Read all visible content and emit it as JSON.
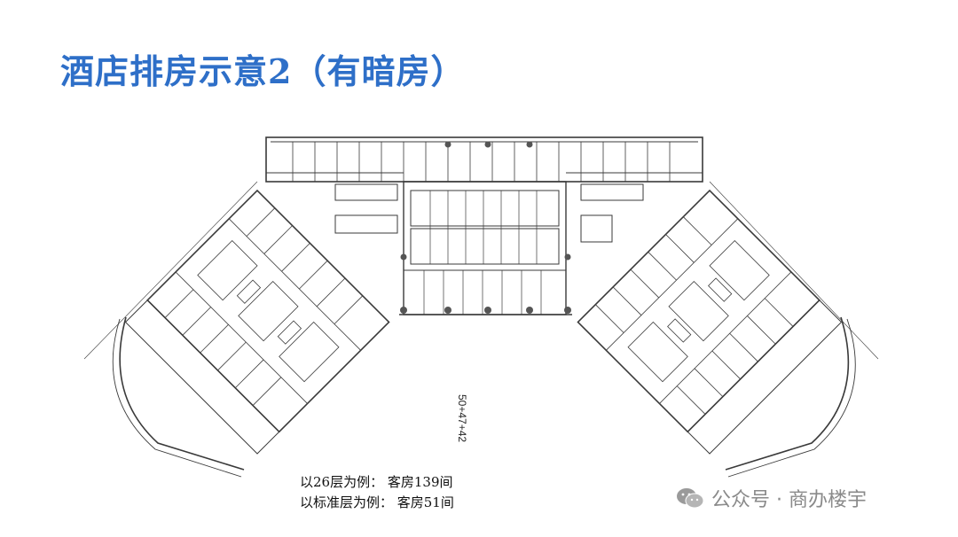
{
  "slide": {
    "title": "酒店排房示意2（有暗房）"
  },
  "plan": {
    "vertical_label": "50+47+42",
    "caption_line1": "以26层为例：  客房139间",
    "caption_line2": "以标准层为例：  客房51间"
  },
  "watermark": {
    "icon": "wechat-icon",
    "text": "公众号 · 商办楼宇"
  },
  "colors": {
    "title": "#2e6fc8",
    "line": "#3a3a3a",
    "watermark": "#8a8a8a"
  }
}
